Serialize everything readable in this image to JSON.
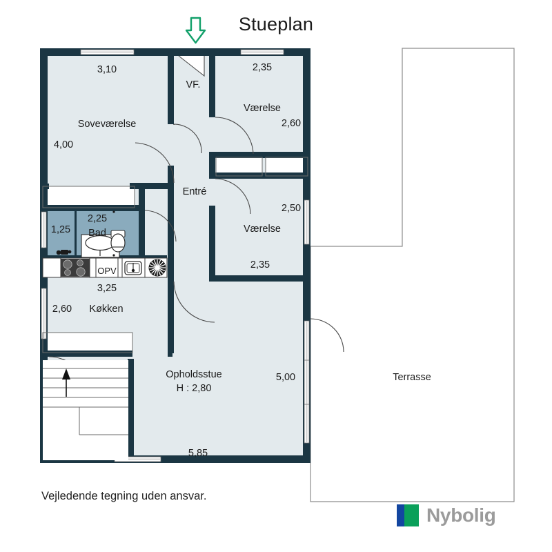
{
  "title": "Stueplan",
  "disclaimer": "Vejledende tegning uden ansvar.",
  "brand": {
    "name": "Nybolig",
    "mark_blue": "#1346a0",
    "mark_green": "#0aa05a"
  },
  "colors": {
    "wall": "#1b3643",
    "room_fill": "#e3eaed",
    "bath_fill": "#8aabbd",
    "outside_fill": "#ffffff",
    "terrace_outline": "#8d8d8d",
    "entry_arrow": "#12a06a",
    "text": "#1b1b1b"
  },
  "rooms": [
    {
      "id": "soveværelse",
      "label": "Sovevaerelse_display",
      "name": "Soveværelse",
      "dims": [
        "3,10",
        "4,00"
      ]
    },
    {
      "id": "vf",
      "label": "VF.",
      "name": "VF.",
      "dims": []
    },
    {
      "id": "vaerelse-1",
      "name": "Værelse",
      "dims": [
        "2,35",
        "2,60"
      ]
    },
    {
      "id": "vaerelse-2",
      "name": "Værelse",
      "dims": [
        "2,50",
        "2,35"
      ]
    },
    {
      "id": "entre",
      "name": "Entré",
      "dims": []
    },
    {
      "id": "bad",
      "name": "Bad",
      "dims": [
        "2,25",
        "1,25"
      ]
    },
    {
      "id": "koekken",
      "name": "Køkken",
      "dims": [
        "3,25",
        "2,60"
      ]
    },
    {
      "id": "opholdsstue",
      "name": "Opholdsstue",
      "height_note": "H : 2,80",
      "dims": [
        "5,85",
        "5,00"
      ]
    },
    {
      "id": "terrasse",
      "name": "Terrasse",
      "dims": []
    }
  ],
  "labels": {
    "soveværelse": "Soveværelse",
    "vf": "VF.",
    "vaerelse_1": "Værelse",
    "vaerelse_2": "Værelse",
    "entre": "Entré",
    "bad": "Bad",
    "koekken": "Køkken",
    "opholdsstue": "Opholdsstue",
    "opholdsstue_height": "H : 2,80",
    "terrasse": "Terrasse",
    "opv": "OPV"
  },
  "dimensions": {
    "sove_width": "3,10",
    "sove_height": "4,00",
    "vaer1_width": "2,35",
    "vaer1_height": "2,60",
    "vaer2_height": "2,50",
    "vaer2_width": "2,35",
    "bad_width": "2,25",
    "bad_height": "1,25",
    "kitchen_width": "3,25",
    "kitchen_height": "2,60",
    "stue_width": "5,85",
    "stue_height": "5,00"
  },
  "fixtures": {
    "cooktop": "stovetop-4-burner",
    "dishwasher": "OPV",
    "sink": "kitchen-sink",
    "extractor": "ventilation-fan",
    "toilet": "toilet",
    "basin": "wash-basin",
    "shower": "shower-head",
    "stairs": "staircase-up",
    "entry_arrow": "entrance-arrow"
  }
}
